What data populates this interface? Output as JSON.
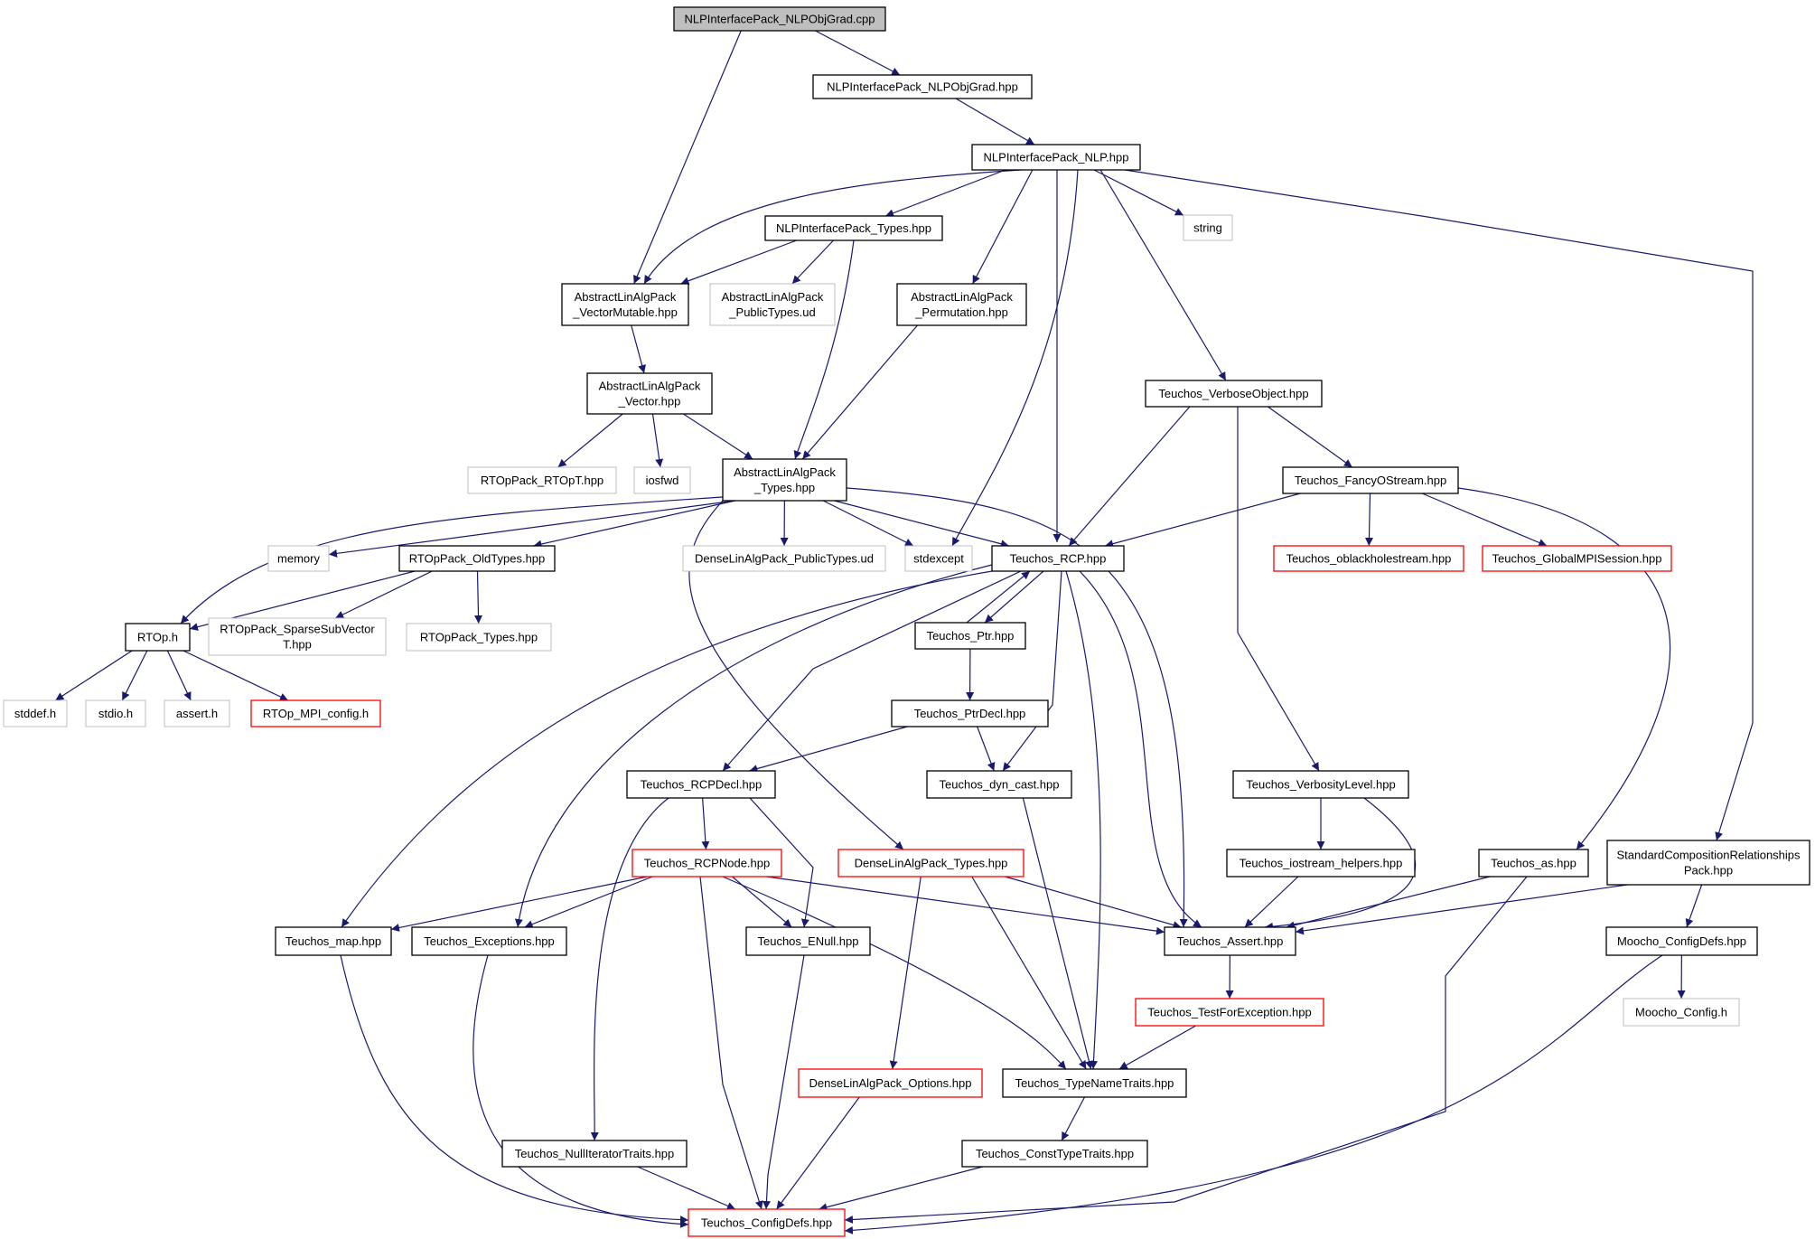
{
  "colors": {
    "edge": "#191970",
    "box_normal": "#000000",
    "box_root_fill": "#bfbfbf",
    "box_system": "#bfbfbf",
    "box_truncated": "#ff0000",
    "background": "#ffffff"
  },
  "nodes": [
    {
      "id": "n_root",
      "lines": [
        "NLPInterfacePack_NLPObjGrad.cpp"
      ],
      "kind": "root"
    },
    {
      "id": "n_objgrad_hpp",
      "lines": [
        "NLPInterfacePack_NLPObjGrad.hpp"
      ],
      "kind": "normal"
    },
    {
      "id": "n_nlp_hpp",
      "lines": [
        "NLPInterfacePack_NLP.hpp"
      ],
      "kind": "normal"
    },
    {
      "id": "n_nlp_types",
      "lines": [
        "NLPInterfacePack_Types.hpp"
      ],
      "kind": "normal"
    },
    {
      "id": "n_string",
      "lines": [
        "string"
      ],
      "kind": "system"
    },
    {
      "id": "n_vecmut",
      "lines": [
        "AbstractLinAlgPack",
        "_VectorMutable.hpp"
      ],
      "kind": "normal"
    },
    {
      "id": "n_pubtypes_ud",
      "lines": [
        "AbstractLinAlgPack",
        "_PublicTypes.ud"
      ],
      "kind": "system"
    },
    {
      "id": "n_perm",
      "lines": [
        "AbstractLinAlgPack",
        "_Permutation.hpp"
      ],
      "kind": "normal"
    },
    {
      "id": "n_vector",
      "lines": [
        "AbstractLinAlgPack",
        "_Vector.hpp"
      ],
      "kind": "normal"
    },
    {
      "id": "n_verbose",
      "lines": [
        "Teuchos_VerboseObject.hpp"
      ],
      "kind": "normal"
    },
    {
      "id": "n_rtopt",
      "lines": [
        "RTOpPack_RTOpT.hpp"
      ],
      "kind": "system"
    },
    {
      "id": "n_iosfwd",
      "lines": [
        "iosfwd"
      ],
      "kind": "system"
    },
    {
      "id": "n_alatypes",
      "lines": [
        "AbstractLinAlgPack",
        "_Types.hpp"
      ],
      "kind": "normal"
    },
    {
      "id": "n_fancy",
      "lines": [
        "Teuchos_FancyOStream.hpp"
      ],
      "kind": "normal"
    },
    {
      "id": "n_memory",
      "lines": [
        "memory"
      ],
      "kind": "system"
    },
    {
      "id": "n_oldtypes",
      "lines": [
        "RTOpPack_OldTypes.hpp"
      ],
      "kind": "normal"
    },
    {
      "id": "n_dense_pub",
      "lines": [
        "DenseLinAlgPack_PublicTypes.ud"
      ],
      "kind": "system"
    },
    {
      "id": "n_stdexcept",
      "lines": [
        "stdexcept"
      ],
      "kind": "system"
    },
    {
      "id": "n_rcp",
      "lines": [
        "Teuchos_RCP.hpp"
      ],
      "kind": "normal"
    },
    {
      "id": "n_oblack",
      "lines": [
        "Teuchos_oblackholestream.hpp"
      ],
      "kind": "truncated"
    },
    {
      "id": "n_gmpi",
      "lines": [
        "Teuchos_GlobalMPISession.hpp"
      ],
      "kind": "truncated"
    },
    {
      "id": "n_rtoph",
      "lines": [
        "RTOp.h"
      ],
      "kind": "normal"
    },
    {
      "id": "n_sparse",
      "lines": [
        "RTOpPack_SparseSubVector",
        "T.hpp"
      ],
      "kind": "system"
    },
    {
      "id": "n_rtoptypes",
      "lines": [
        "RTOpPack_Types.hpp"
      ],
      "kind": "system"
    },
    {
      "id": "n_ptr",
      "lines": [
        "Teuchos_Ptr.hpp"
      ],
      "kind": "normal"
    },
    {
      "id": "n_stddef",
      "lines": [
        "stddef.h"
      ],
      "kind": "system"
    },
    {
      "id": "n_stdio",
      "lines": [
        "stdio.h"
      ],
      "kind": "system"
    },
    {
      "id": "n_assert_h",
      "lines": [
        "assert.h"
      ],
      "kind": "system"
    },
    {
      "id": "n_mpiconfig",
      "lines": [
        "RTOp_MPI_config.h"
      ],
      "kind": "truncated"
    },
    {
      "id": "n_ptrdecl",
      "lines": [
        "Teuchos_PtrDecl.hpp"
      ],
      "kind": "normal"
    },
    {
      "id": "n_rcpdecl",
      "lines": [
        "Teuchos_RCPDecl.hpp"
      ],
      "kind": "normal"
    },
    {
      "id": "n_dyncast",
      "lines": [
        "Teuchos_dyn_cast.hpp"
      ],
      "kind": "normal"
    },
    {
      "id": "n_verblevel",
      "lines": [
        "Teuchos_VerbosityLevel.hpp"
      ],
      "kind": "normal"
    },
    {
      "id": "n_rcpnode",
      "lines": [
        "Teuchos_RCPNode.hpp"
      ],
      "kind": "truncated"
    },
    {
      "id": "n_densetypes",
      "lines": [
        "DenseLinAlgPack_Types.hpp"
      ],
      "kind": "truncated"
    },
    {
      "id": "n_iohelpers",
      "lines": [
        "Teuchos_iostream_helpers.hpp"
      ],
      "kind": "normal"
    },
    {
      "id": "n_as",
      "lines": [
        "Teuchos_as.hpp"
      ],
      "kind": "normal"
    },
    {
      "id": "n_stdcomp",
      "lines": [
        "StandardCompositionRelationships",
        "Pack.hpp"
      ],
      "kind": "normal"
    },
    {
      "id": "n_map",
      "lines": [
        "Teuchos_map.hpp"
      ],
      "kind": "normal"
    },
    {
      "id": "n_exceptions",
      "lines": [
        "Teuchos_Exceptions.hpp"
      ],
      "kind": "normal"
    },
    {
      "id": "n_enull",
      "lines": [
        "Teuchos_ENull.hpp"
      ],
      "kind": "normal"
    },
    {
      "id": "n_tassert",
      "lines": [
        "Teuchos_Assert.hpp"
      ],
      "kind": "normal"
    },
    {
      "id": "n_mconfigdefs",
      "lines": [
        "Moocho_ConfigDefs.hpp"
      ],
      "kind": "normal"
    },
    {
      "id": "n_testexc",
      "lines": [
        "Teuchos_TestForException.hpp"
      ],
      "kind": "truncated"
    },
    {
      "id": "n_mconfig",
      "lines": [
        "Moocho_Config.h"
      ],
      "kind": "system"
    },
    {
      "id": "n_denseopts",
      "lines": [
        "DenseLinAlgPack_Options.hpp"
      ],
      "kind": "truncated"
    },
    {
      "id": "n_typename",
      "lines": [
        "Teuchos_TypeNameTraits.hpp"
      ],
      "kind": "normal"
    },
    {
      "id": "n_nulliter",
      "lines": [
        "Teuchos_NullIteratorTraits.hpp"
      ],
      "kind": "normal"
    },
    {
      "id": "n_consttype",
      "lines": [
        "Teuchos_ConstTypeTraits.hpp"
      ],
      "kind": "normal"
    },
    {
      "id": "n_configdefs",
      "lines": [
        "Teuchos_ConfigDefs.hpp"
      ],
      "kind": "truncated"
    }
  ],
  "edges": [
    [
      "n_root",
      "n_objgrad_hpp"
    ],
    [
      "n_root",
      "n_vecmut"
    ],
    [
      "n_objgrad_hpp",
      "n_nlp_hpp"
    ],
    [
      "n_nlp_hpp",
      "n_nlp_types"
    ],
    [
      "n_nlp_hpp",
      "n_vecmut"
    ],
    [
      "n_nlp_hpp",
      "n_perm"
    ],
    [
      "n_nlp_hpp",
      "n_stdexcept"
    ],
    [
      "n_nlp_hpp",
      "n_rcp"
    ],
    [
      "n_nlp_hpp",
      "n_string"
    ],
    [
      "n_nlp_hpp",
      "n_verbose"
    ],
    [
      "n_nlp_hpp",
      "n_stdcomp"
    ],
    [
      "n_nlp_types",
      "n_vecmut"
    ],
    [
      "n_nlp_types",
      "n_pubtypes_ud"
    ],
    [
      "n_nlp_types",
      "n_alatypes"
    ],
    [
      "n_vecmut",
      "n_vector"
    ],
    [
      "n_perm",
      "n_alatypes"
    ],
    [
      "n_vector",
      "n_rtopt"
    ],
    [
      "n_vector",
      "n_iosfwd"
    ],
    [
      "n_vector",
      "n_alatypes"
    ],
    [
      "n_alatypes",
      "n_memory"
    ],
    [
      "n_alatypes",
      "n_oldtypes"
    ],
    [
      "n_alatypes",
      "n_rtoph"
    ],
    [
      "n_alatypes",
      "n_dense_pub"
    ],
    [
      "n_alatypes",
      "n_stdexcept"
    ],
    [
      "n_alatypes",
      "n_rcp"
    ],
    [
      "n_alatypes",
      "n_densetypes"
    ],
    [
      "n_alatypes",
      "n_tassert"
    ],
    [
      "n_verbose",
      "n_fancy"
    ],
    [
      "n_verbose",
      "n_rcp"
    ],
    [
      "n_verbose",
      "n_verblevel"
    ],
    [
      "n_fancy",
      "n_rcp"
    ],
    [
      "n_fancy",
      "n_oblack"
    ],
    [
      "n_fancy",
      "n_gmpi"
    ],
    [
      "n_fancy",
      "n_as"
    ],
    [
      "n_oldtypes",
      "n_rtoph"
    ],
    [
      "n_oldtypes",
      "n_sparse"
    ],
    [
      "n_oldtypes",
      "n_rtoptypes"
    ],
    [
      "n_rtoph",
      "n_stddef"
    ],
    [
      "n_rtoph",
      "n_stdio"
    ],
    [
      "n_rtoph",
      "n_assert_h"
    ],
    [
      "n_rtoph",
      "n_mpiconfig"
    ],
    [
      "n_rcp",
      "n_ptr"
    ],
    [
      "n_ptr",
      "n_rcp"
    ],
    [
      "n_rcp",
      "n_rcpdecl"
    ],
    [
      "n_rcp",
      "n_dyncast"
    ],
    [
      "n_rcp",
      "n_map"
    ],
    [
      "n_rcp",
      "n_exceptions"
    ],
    [
      "n_rcp",
      "n_tassert"
    ],
    [
      "n_rcp",
      "n_typename"
    ],
    [
      "n_ptr",
      "n_ptrdecl"
    ],
    [
      "n_ptrdecl",
      "n_rcpdecl"
    ],
    [
      "n_ptrdecl",
      "n_dyncast"
    ],
    [
      "n_rcpdecl",
      "n_rcpnode"
    ],
    [
      "n_rcpdecl",
      "n_enull"
    ],
    [
      "n_rcpdecl",
      "n_nulliter"
    ],
    [
      "n_rcpnode",
      "n_map"
    ],
    [
      "n_rcpnode",
      "n_exceptions"
    ],
    [
      "n_rcpnode",
      "n_enull"
    ],
    [
      "n_rcpnode",
      "n_tassert"
    ],
    [
      "n_rcpnode",
      "n_typename"
    ],
    [
      "n_rcpnode",
      "n_configdefs"
    ],
    [
      "n_dyncast",
      "n_typename"
    ],
    [
      "n_verblevel",
      "n_iohelpers"
    ],
    [
      "n_verblevel",
      "n_tassert"
    ],
    [
      "n_iohelpers",
      "n_tassert"
    ],
    [
      "n_densetypes",
      "n_tassert"
    ],
    [
      "n_densetypes",
      "n_denseopts"
    ],
    [
      "n_densetypes",
      "n_typename"
    ],
    [
      "n_as",
      "n_tassert"
    ],
    [
      "n_as",
      "n_configdefs"
    ],
    [
      "n_stdcomp",
      "n_tassert"
    ],
    [
      "n_stdcomp",
      "n_mconfigdefs"
    ],
    [
      "n_mconfigdefs",
      "n_mconfig"
    ],
    [
      "n_mconfigdefs",
      "n_configdefs"
    ],
    [
      "n_tassert",
      "n_testexc"
    ],
    [
      "n_testexc",
      "n_typename"
    ],
    [
      "n_map",
      "n_configdefs"
    ],
    [
      "n_exceptions",
      "n_configdefs"
    ],
    [
      "n_enull",
      "n_configdefs"
    ],
    [
      "n_denseopts",
      "n_configdefs"
    ],
    [
      "n_nulliter",
      "n_configdefs"
    ],
    [
      "n_typename",
      "n_consttype"
    ],
    [
      "n_consttype",
      "n_configdefs"
    ]
  ]
}
